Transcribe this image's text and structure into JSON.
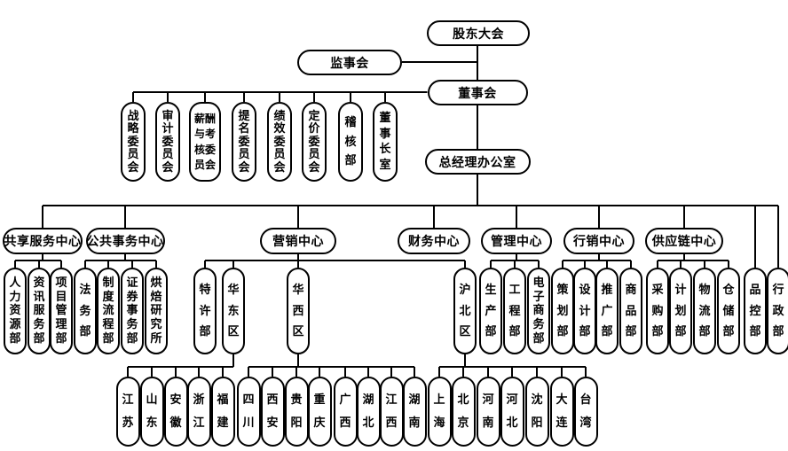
{
  "colors": {
    "background": "#ffffff",
    "line": "#000000",
    "node_fill": "#ffffff",
    "node_border": "#000000",
    "text": "#000000"
  },
  "org_chart": {
    "top": {
      "shareholders_meeting": "股东大会",
      "supervisory_board": "监事会",
      "board_of_directors": "董事会",
      "gm_office": "总经理办公室"
    },
    "board_committees": [
      "战略委员会",
      "审计委员会",
      "薪酬与考核委员会",
      "提名委员会",
      "绩效委员会",
      "定价委员会",
      "稽核部",
      "董事长室"
    ],
    "centers": [
      {
        "label": "共享服务中心",
        "departments": [
          "人力资源部",
          "资讯服务部",
          "项目管理部"
        ]
      },
      {
        "label": "公共事务中心",
        "departments": [
          "法务部",
          "制度流程部",
          "证券事务部",
          "烘焙研究所"
        ]
      },
      {
        "label": "营销中心",
        "departments": [
          "特许部",
          "华东区",
          "华西区",
          "沪北区"
        ]
      },
      {
        "label": "财务中心",
        "departments": []
      },
      {
        "label": "管理中心",
        "departments": [
          "生产部",
          "工程部",
          "电子商务部"
        ]
      },
      {
        "label": "行销中心",
        "departments": [
          "策划部",
          "设计部",
          "推广部",
          "商品部"
        ]
      },
      {
        "label": "供应链中心",
        "departments": [
          "采购部",
          "计划部",
          "物流部",
          "仓储部"
        ]
      }
    ],
    "gm_direct_departments": [
      "品控部",
      "行政部"
    ],
    "region_branches": [
      {
        "region": "华东区",
        "branches": [
          "江苏",
          "山东",
          "安徽",
          "浙江",
          "福建"
        ]
      },
      {
        "region": "华西区",
        "branches": [
          "四川",
          "西安",
          "贵阳",
          "重庆",
          "广西",
          "湖北",
          "江西",
          "湖南"
        ]
      },
      {
        "region": "沪北区",
        "branches": [
          "上海",
          "北京",
          "河南",
          "河北",
          "沈阳",
          "大连",
          "台湾"
        ]
      }
    ]
  }
}
